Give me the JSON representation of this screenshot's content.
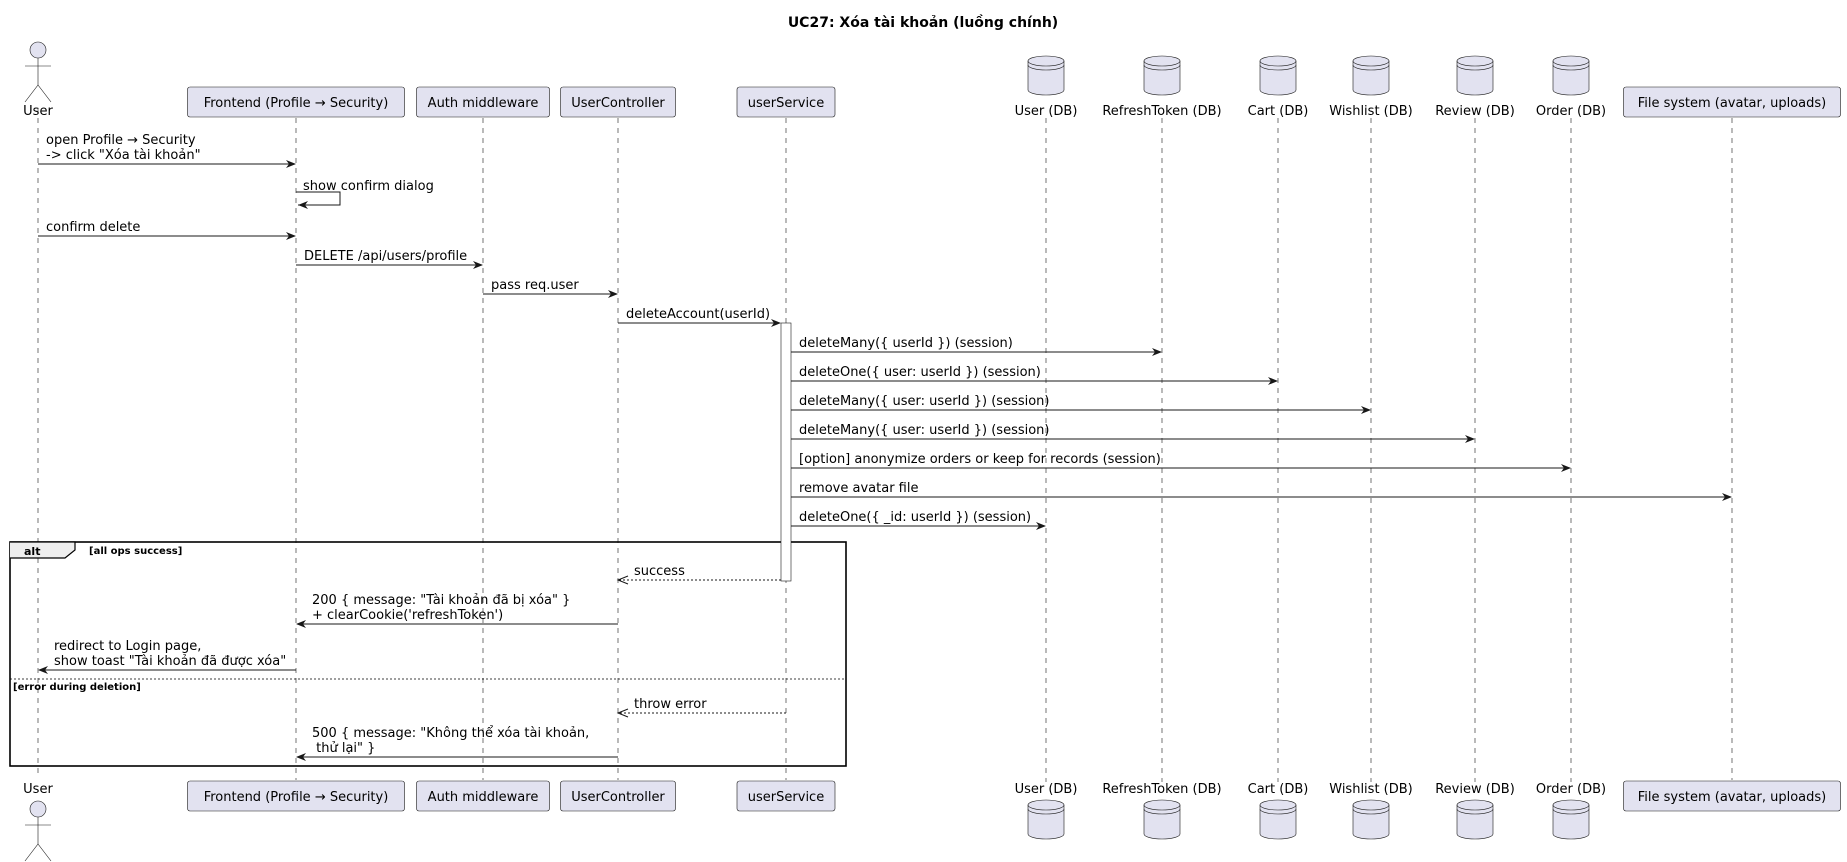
{
  "title": "UC27: Xóa tài khoản (luồng chính)",
  "colors": {
    "participant_fill": "#E2E2F0",
    "participant_stroke": "#181818",
    "lifeline": "#181818",
    "background": "#FFFFFF"
  },
  "participants": [
    {
      "id": "user",
      "label": "User",
      "kind": "actor"
    },
    {
      "id": "frontend",
      "label": "Frontend (Profile → Security)",
      "kind": "box"
    },
    {
      "id": "auth",
      "label": "Auth middleware",
      "kind": "box"
    },
    {
      "id": "controller",
      "label": "UserController",
      "kind": "box"
    },
    {
      "id": "service",
      "label": "userService",
      "kind": "box"
    },
    {
      "id": "userdb",
      "label": "User (DB)",
      "kind": "database"
    },
    {
      "id": "refreshdb",
      "label": "RefreshToken (DB)",
      "kind": "database"
    },
    {
      "id": "cartdb",
      "label": "Cart (DB)",
      "kind": "database"
    },
    {
      "id": "wishlistdb",
      "label": "Wishlist (DB)",
      "kind": "database"
    },
    {
      "id": "reviewdb",
      "label": "Review (DB)",
      "kind": "database"
    },
    {
      "id": "orderdb",
      "label": "Order (DB)",
      "kind": "database"
    },
    {
      "id": "fs",
      "label": "File system (avatar, uploads)",
      "kind": "box"
    }
  ],
  "messages": [
    {
      "from": "user",
      "to": "frontend",
      "lines": [
        "open Profile → Security",
        "-> click \"Xóa tài khoản\""
      ],
      "style": "solid"
    },
    {
      "from": "frontend",
      "to": "frontend",
      "lines": [
        "show confirm dialog"
      ],
      "style": "self"
    },
    {
      "from": "user",
      "to": "frontend",
      "lines": [
        "confirm delete"
      ],
      "style": "solid"
    },
    {
      "from": "frontend",
      "to": "auth",
      "lines": [
        "DELETE /api/users/profile"
      ],
      "style": "solid"
    },
    {
      "from": "auth",
      "to": "controller",
      "lines": [
        "pass req.user"
      ],
      "style": "solid"
    },
    {
      "from": "controller",
      "to": "service",
      "lines": [
        "deleteAccount(userId)"
      ],
      "style": "solid"
    },
    {
      "from": "service",
      "to": "refreshdb",
      "lines": [
        "deleteMany({ userId }) (session)"
      ],
      "style": "solid"
    },
    {
      "from": "service",
      "to": "cartdb",
      "lines": [
        "deleteOne({ user: userId }) (session)"
      ],
      "style": "solid"
    },
    {
      "from": "service",
      "to": "wishlistdb",
      "lines": [
        "deleteMany({ user: userId }) (session)"
      ],
      "style": "solid"
    },
    {
      "from": "service",
      "to": "reviewdb",
      "lines": [
        "deleteMany({ user: userId }) (session)"
      ],
      "style": "solid"
    },
    {
      "from": "service",
      "to": "orderdb",
      "lines": [
        "[option] anonymize orders or keep for records (session)"
      ],
      "style": "solid"
    },
    {
      "from": "service",
      "to": "fs",
      "lines": [
        "remove avatar file"
      ],
      "style": "solid"
    },
    {
      "from": "service",
      "to": "userdb",
      "lines": [
        "deleteOne({ _id: userId }) (session)"
      ],
      "style": "solid"
    },
    {
      "from": "service",
      "to": "controller",
      "lines": [
        "success"
      ],
      "style": "dashed"
    },
    {
      "from": "controller",
      "to": "frontend",
      "lines": [
        "200 { message: \"Tài khoản đã bị xóa\" }",
        "+ clearCookie('refreshToken')"
      ],
      "style": "solid"
    },
    {
      "from": "frontend",
      "to": "user",
      "lines": [
        "redirect to Login page,",
        "show toast \"Tài khoản đã được xóa\""
      ],
      "style": "solid"
    },
    {
      "from": "service",
      "to": "controller",
      "lines": [
        "throw error"
      ],
      "style": "dashed"
    },
    {
      "from": "controller",
      "to": "frontend",
      "lines": [
        "500 { message: \"Không thể xóa tài khoản,",
        " thử lại\" }"
      ],
      "style": "solid"
    }
  ],
  "alt_frame": {
    "label": "alt",
    "guards": [
      "[all ops success]",
      "[error during deletion]"
    ]
  }
}
